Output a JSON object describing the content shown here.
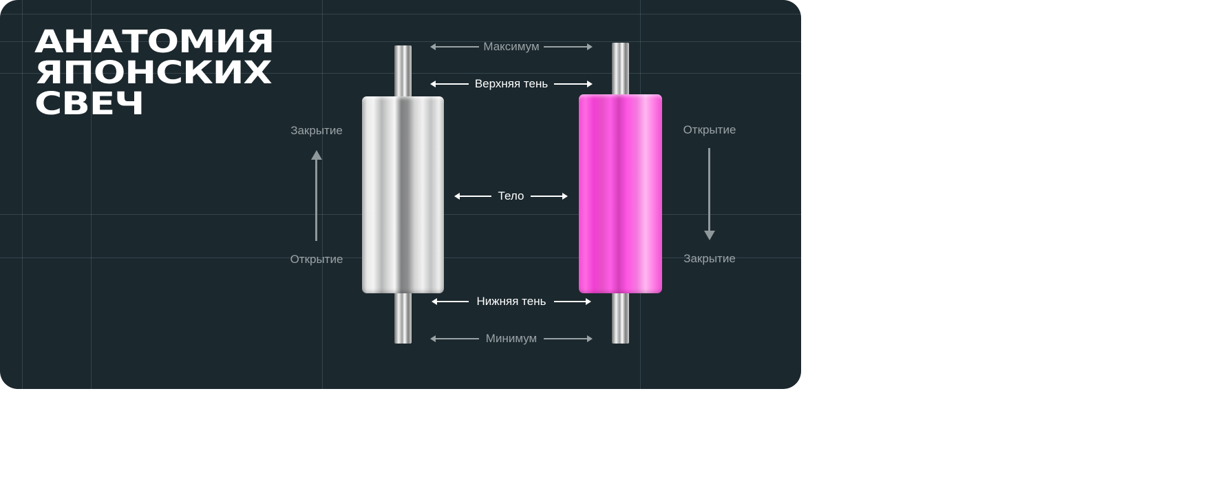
{
  "title": "АНАТОМИЯ\nЯПОНСКИХ\nСВЕЧ",
  "labels": {
    "maximum": "Максимум",
    "upper_shadow": "Верхняя тень",
    "body": "Тело",
    "lower_shadow": "Нижняя тень",
    "minimum": "Минимум",
    "bull_close": "Закрытие",
    "bull_open": "Открытие",
    "bear_open": "Открытие",
    "bear_close": "Закрытие"
  },
  "colors": {
    "background": "#1b282e",
    "bullish_candle": "#e0e0e0",
    "bearish_candle": "#ff4fdd",
    "muted_text": "#9aa3a6",
    "bright_text": "#ffffff"
  }
}
